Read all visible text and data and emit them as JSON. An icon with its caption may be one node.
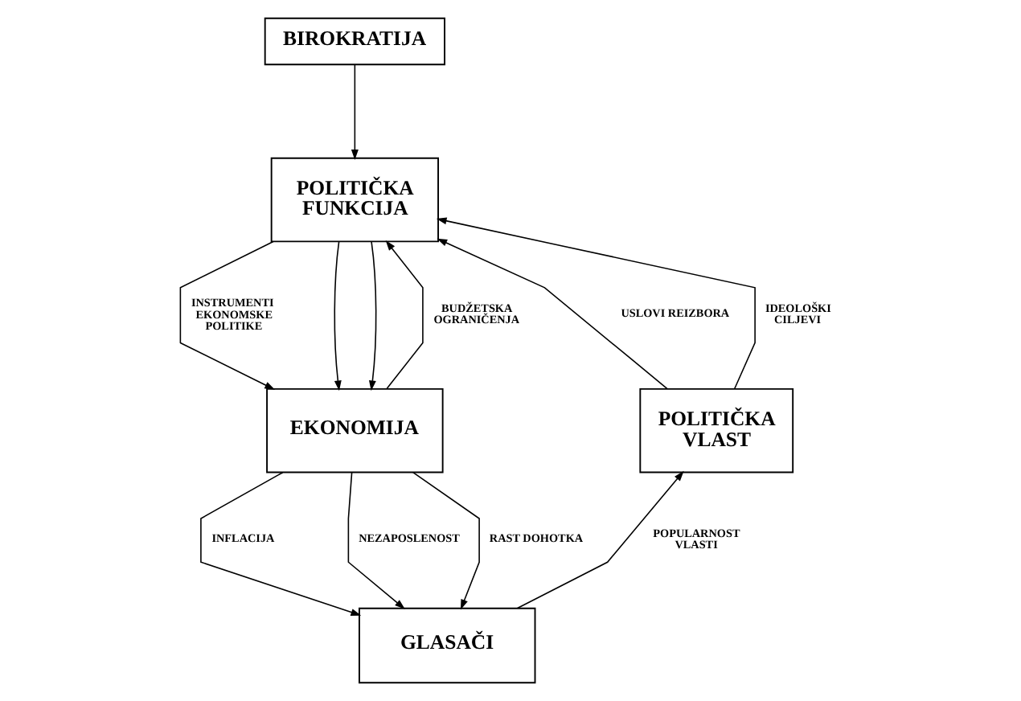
{
  "diagram": {
    "nodes": [
      {
        "text": [
          "BIROKRATIJA"
        ]
      },
      {
        "text": [
          "POLITIČKA FUNKCIJA"
        ]
      },
      {
        "text": [
          "EKONOMIJA"
        ]
      },
      {
        "text": [
          "POLITIČKA VLAST"
        ]
      },
      {
        "text": [
          "GLASAČI"
        ]
      }
    ],
    "edges": [
      {
        "from": 0,
        "to": 1,
        "arrow": "to"
      },
      {
        "from": 1,
        "to": 2,
        "arrow": "to",
        "label": "INSTRUMENTI EKONOMSKE POLITIKE"
      },
      {
        "from": 1,
        "to": 2,
        "arrow": "to"
      },
      {
        "from": 1,
        "to": 2,
        "arrow": "to"
      },
      {
        "from": 2,
        "to": 1,
        "arrow": "to",
        "label": "BUDŽETSKA OGRANIČENJA"
      },
      {
        "from": 2,
        "to": 4,
        "arrow": "to",
        "label": "INFLACIJA"
      },
      {
        "from": 2,
        "to": 4,
        "arrow": "to",
        "label": "NEZAPOSLENOST"
      },
      {
        "from": 2,
        "to": 4,
        "arrow": "to",
        "label": "RAST DOHOTKA"
      },
      {
        "from": 4,
        "to": 3,
        "arrow": "to",
        "label": "POPULARNOST VLASTI"
      },
      {
        "from": 3,
        "to": 1,
        "arrow": "to",
        "label": "USLOVI REIZBORA"
      },
      {
        "from": 3,
        "to": 1,
        "arrow": "to",
        "label": "IDEOLOŠKI CILJEVI"
      }
    ]
  }
}
